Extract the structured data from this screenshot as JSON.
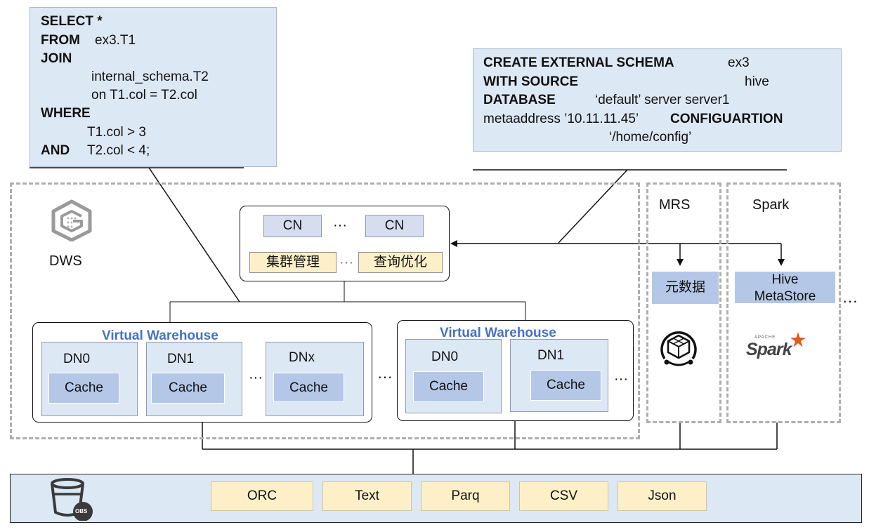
{
  "query_box": {
    "select_kw": "SELECT *",
    "from_kw": "FROM",
    "from_val": "ex3.T1",
    "join_kw": "JOIN",
    "join_table": "internal_schema.T2",
    "join_on": "on T1.col = T2.col",
    "where_kw": "WHERE",
    "where_cond": "T1.col > 3",
    "and_kw": "AND",
    "and_cond": "T2.col < 4;"
  },
  "schema_box": {
    "create_kw": "CREATE EXTERNAL SCHEMA",
    "create_val": "ex3",
    "source_kw": "WITH SOURCE",
    "source_val": "hive",
    "database_kw": "DATABASE",
    "database_val": "‘default’ server server1",
    "metaaddress": "metaaddress ’10.11.11.45’",
    "config_kw": "CONFIGUARTION",
    "config_val": "‘/home/config’"
  },
  "dws": {
    "label": "DWS",
    "icon": "dws-logo-icon"
  },
  "coordinator": {
    "cn_left": "CN",
    "cn_right": "CN",
    "dots": "···",
    "cluster_mgmt": "集群管理",
    "mgmt_dots": "···",
    "query_opt": "查询优化"
  },
  "warehouses": [
    {
      "title": "Virtual Warehouse",
      "nodes": [
        {
          "name": "DN0",
          "cache": "Cache"
        },
        {
          "name": "DN1",
          "cache": "Cache"
        },
        {
          "name": "DNx",
          "cache": "Cache"
        }
      ],
      "dots": "···"
    },
    {
      "title": "Virtual Warehouse",
      "nodes": [
        {
          "name": "DN0",
          "cache": "Cache"
        },
        {
          "name": "DN1",
          "cache": "Cache"
        }
      ],
      "dots": "···"
    }
  ],
  "between_warehouses_dots": "···",
  "mrs": {
    "label": "MRS",
    "metadata": "元数据",
    "icon": "mrs-cube-icon"
  },
  "spark": {
    "label": "Spark",
    "metastore_line1": "Hive",
    "metastore_line2": "MetaStore",
    "logo_small": "APACHE",
    "logo_word": "Spark",
    "icon": "spark-logo-icon"
  },
  "more_dots": "···",
  "storage": {
    "icon": "obs-bucket-icon",
    "icon_badge": "OBS",
    "formats": [
      "ORC",
      "Text",
      "Parq",
      "CSV",
      "Json"
    ]
  },
  "colors": {
    "box_fill": "#dde8f5",
    "cache_fill": "#b4c7e7",
    "format_fill": "#fdf0c8",
    "title_blue": "#4472c4",
    "dash_gray": "#aeaeae"
  }
}
